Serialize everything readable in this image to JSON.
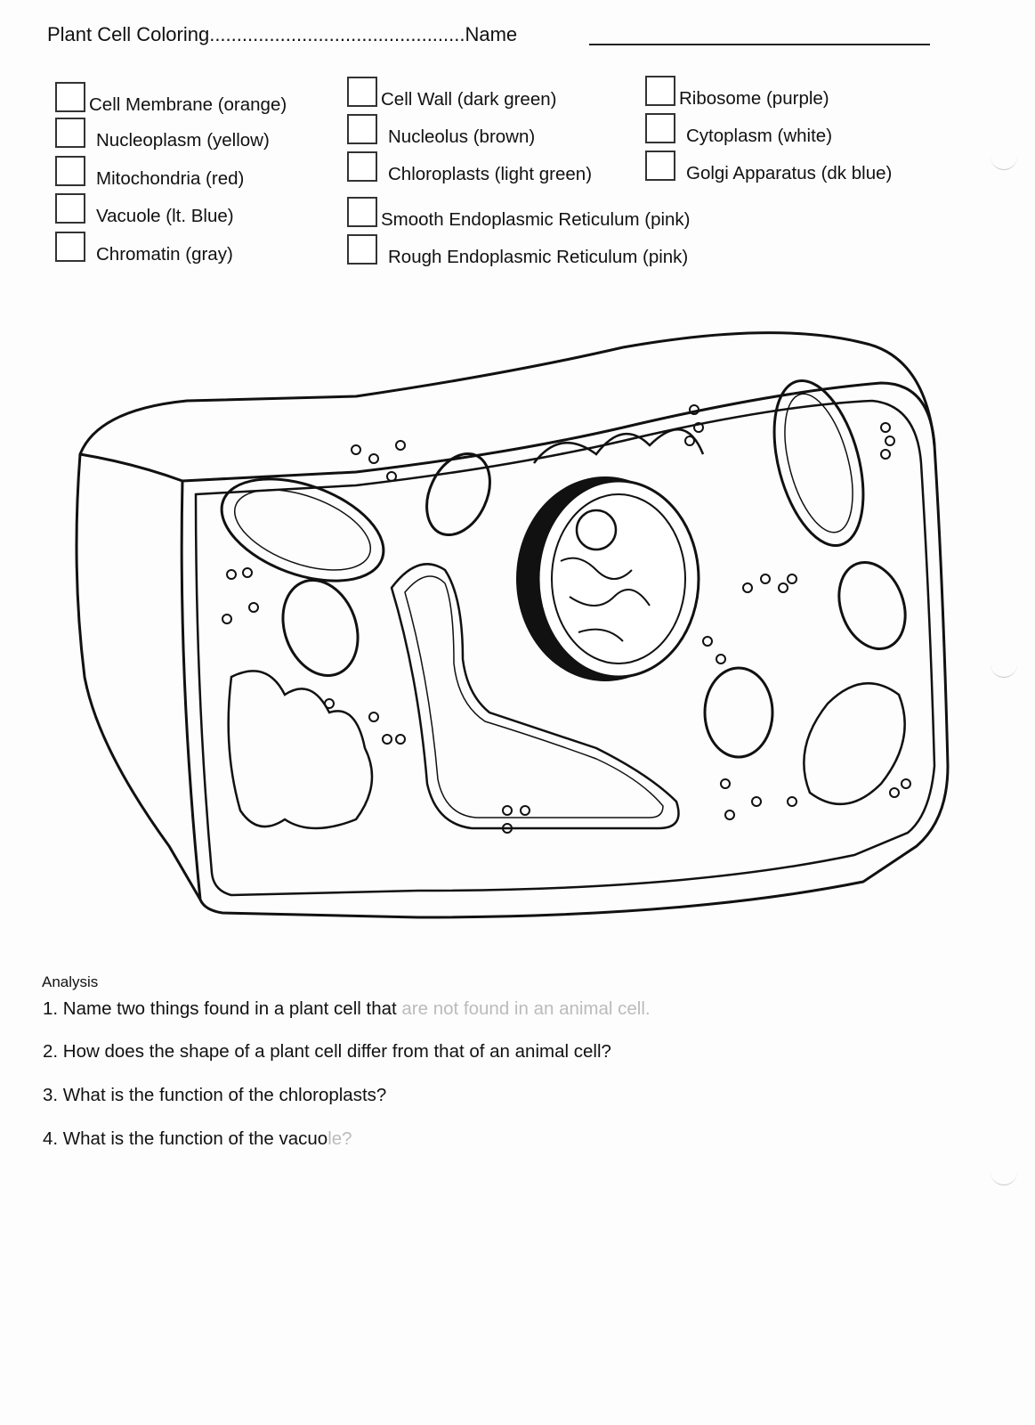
{
  "header": {
    "title": "Plant Cell Coloring",
    "leader_dots": "...............................................",
    "name_label": "Name"
  },
  "checklist": {
    "column1": [
      {
        "label": "Cell Membrane (orange)",
        "color": "#f28c28"
      },
      {
        "label": "Nucleoplasm (yellow)",
        "color": "#f5d90a"
      },
      {
        "label": "Mitochondria (red)",
        "color": "#d62b2b"
      },
      {
        "label": "Vacuole (lt. Blue)",
        "color": "#8ecae6"
      },
      {
        "label": "Chromatin (gray)",
        "color": "#8a8a8a"
      }
    ],
    "column2": [
      {
        "label": "Cell Wall (dark green)",
        "color": "#1b5e20"
      },
      {
        "label": "Nucleolus (brown)",
        "color": "#7b4a1e"
      },
      {
        "label": "Chloroplasts (light green)",
        "color": "#8bc34a"
      },
      {
        "label": "Smooth Endoplasmic Reticulum (pink)",
        "color": "#f48fb1"
      },
      {
        "label": "Rough Endoplasmic Reticulum (pink)",
        "color": "#f48fb1"
      }
    ],
    "column3": [
      {
        "label": "Ribosome (purple)",
        "color": "#7b1fa2"
      },
      {
        "label": "Cytoplasm (white)",
        "color": "#ffffff"
      },
      {
        "label": "Golgi Apparatus (dk blue)",
        "color": "#0d2c7a"
      }
    ]
  },
  "diagram": {
    "description": "Plant cell line drawing for coloring"
  },
  "analysis": {
    "heading": "Analysis",
    "questions": [
      {
        "text": "1. Name two things found in a plant cell that ",
        "faded": "are not found in an animal cell."
      },
      {
        "text": "2. How does the shape of a plant cell differ from that of an animal cell?",
        "faded": ""
      },
      {
        "text": "3. What is the function of the chloroplasts?",
        "faded": ""
      },
      {
        "text": "4. What is the function of the vacuo",
        "faded": "le?"
      }
    ]
  }
}
